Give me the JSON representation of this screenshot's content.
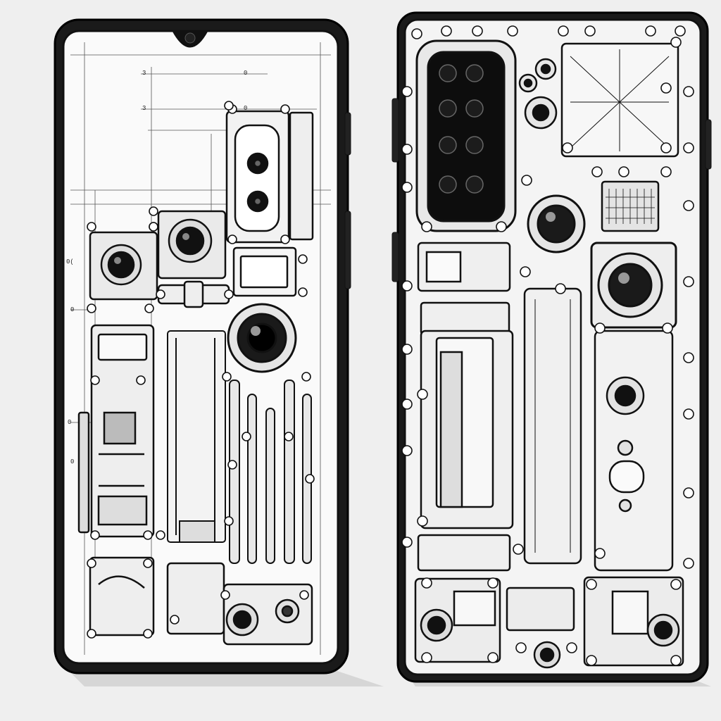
{
  "colors": {
    "background": "#efefef",
    "ink": "#111111",
    "body_fill": "#f7f7f7",
    "lens_dark": "#0d0d0d",
    "shadow": "#cfcfcf"
  },
  "front_phone": {
    "annotations": [
      "3",
      "0",
      "3",
      "0",
      "0(",
      "0",
      "0",
      "0"
    ]
  },
  "rear_phone": {
    "camera_module_lens_count": 8
  }
}
